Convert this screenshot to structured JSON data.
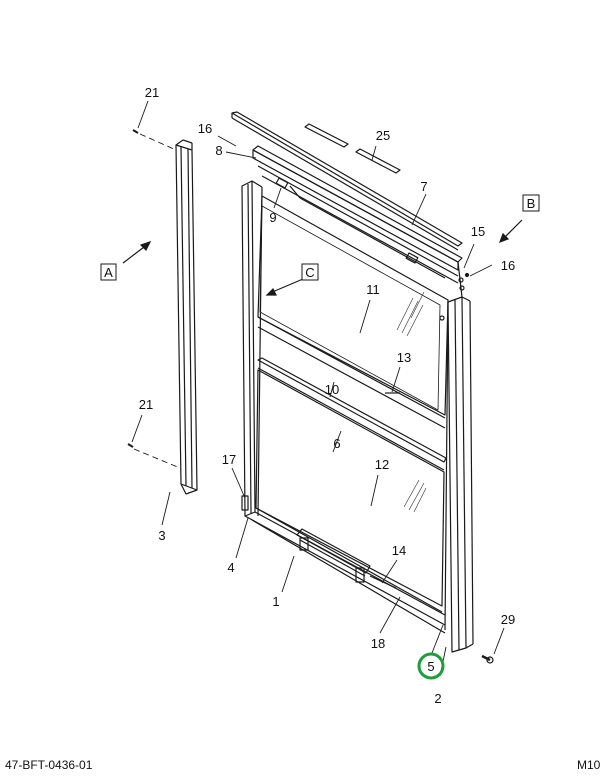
{
  "callouts": {
    "c1": "1",
    "c2": "2",
    "c3": "3",
    "c4": "4",
    "c5": "5",
    "c6": "6",
    "c7": "7",
    "c8": "8",
    "c9": "9",
    "c10": "10",
    "c11": "11",
    "c12": "12",
    "c13": "13",
    "c14": "14",
    "c15": "15",
    "c16a": "16",
    "c16b": "16",
    "c17": "17",
    "c18": "18",
    "c21a": "21",
    "c21b": "21",
    "c25": "25",
    "c29": "29"
  },
  "view_markers": {
    "a": "A",
    "b": "B",
    "c": "C"
  },
  "footer": {
    "drawing_number": "47-BFT-0436-01",
    "sheet_code": "M10"
  },
  "colors": {
    "line": "#1a1a1a",
    "highlight": "#1e9e3a",
    "glass_reflection": "#444444"
  }
}
